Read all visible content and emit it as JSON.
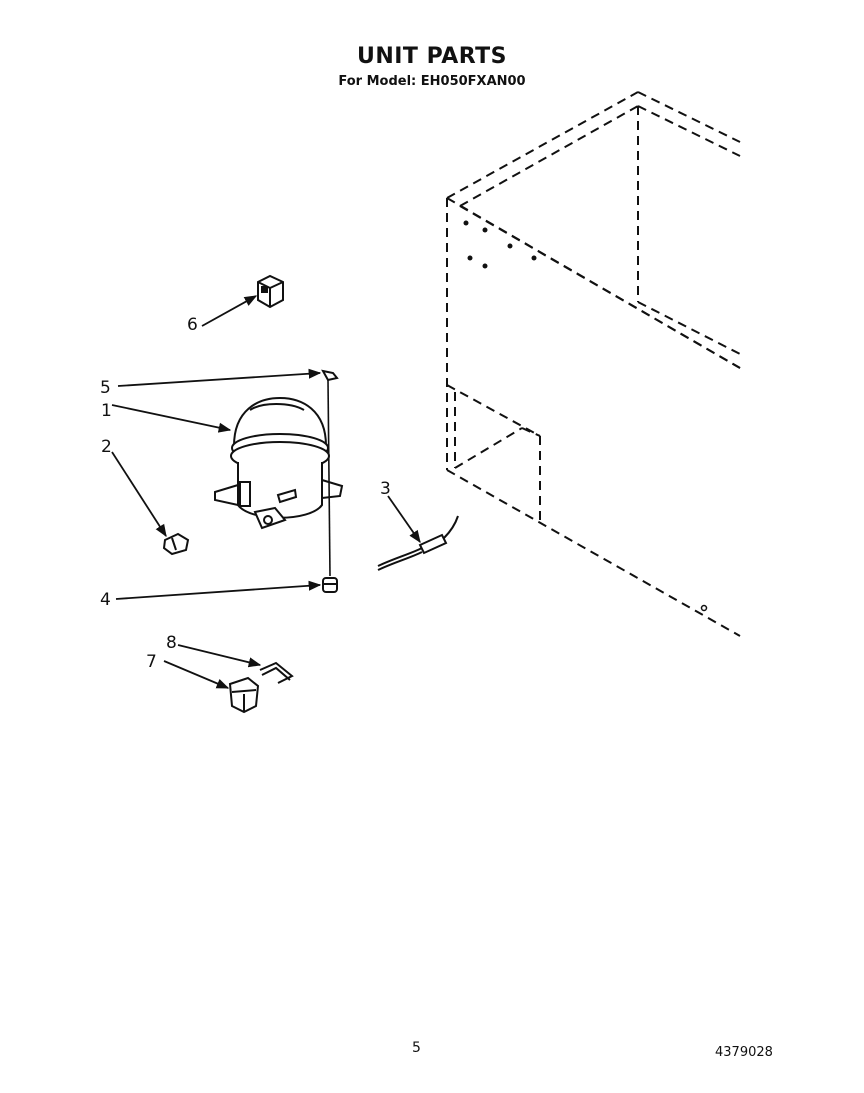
{
  "title": "UNIT PARTS",
  "subtitle": "For Model: EH050FXAN00",
  "page_number": "5",
  "document_number": "4379028",
  "callouts": [
    "1",
    "2",
    "3",
    "4",
    "5",
    "6",
    "7",
    "8"
  ]
}
